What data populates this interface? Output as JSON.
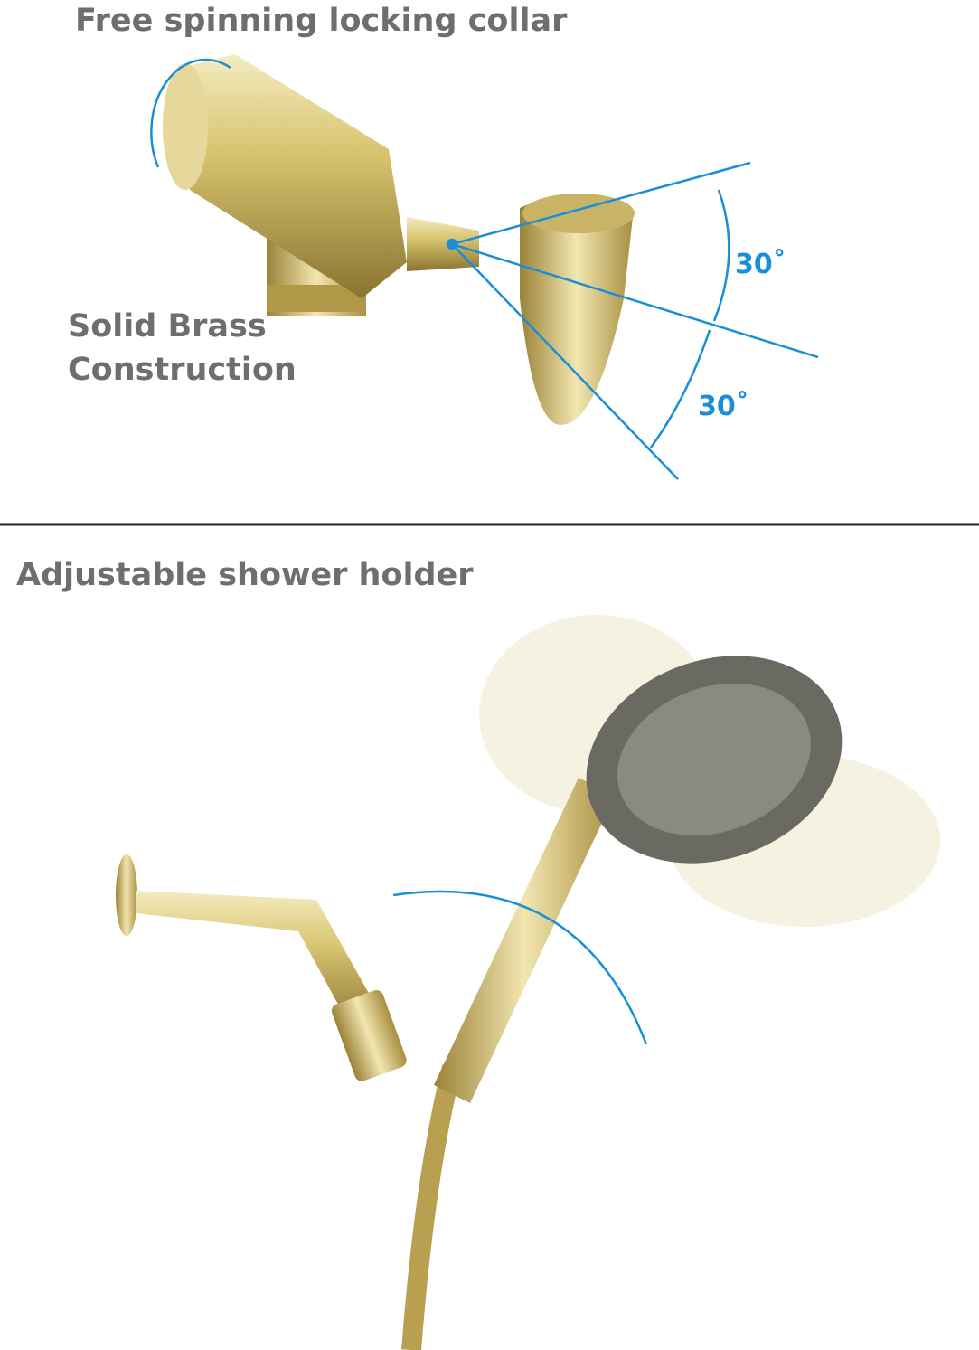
{
  "top_panel": {
    "collar_label": "Free spinning locking collar",
    "brass_label_line1": "Solid Brass",
    "brass_label_line2": "Construction",
    "angle_upper": "30˚",
    "angle_lower": "30˚"
  },
  "bottom_panel": {
    "holder_label": "Adjustable shower holder"
  },
  "colors": {
    "accent": "#1a8fd8",
    "brass": "#d8c77a",
    "text": "#6e6e6e"
  }
}
